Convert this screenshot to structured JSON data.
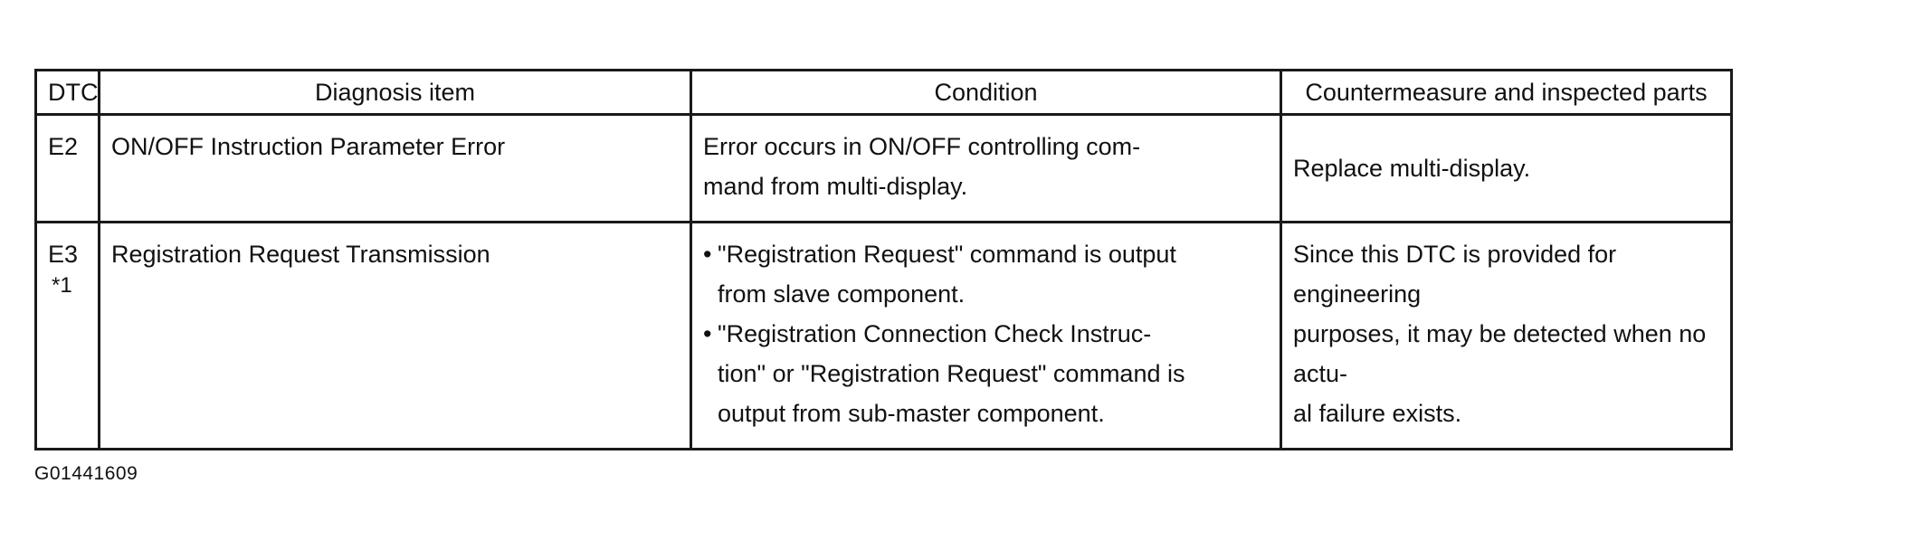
{
  "table": {
    "headers": {
      "dtc": "DTC",
      "diagnosis_item": "Diagnosis item",
      "condition": "Condition",
      "countermeasure": "Countermeasure and inspected parts"
    },
    "rows": [
      {
        "dtc": "E2",
        "note": "",
        "diagnosis_item": "ON/OFF Instruction Parameter Error",
        "condition_lines": [
          "Error occurs in ON/OFF controlling com-",
          "mand from multi-display."
        ],
        "countermeasure": "Replace multi-display."
      },
      {
        "dtc": "E3",
        "note": "*1",
        "diagnosis_item": "Registration Request Transmission",
        "condition_bullets": [
          {
            "bullet": "•",
            "lines": [
              "\"Registration Request\" command is output",
              "from slave component."
            ]
          },
          {
            "bullet": "•",
            "lines": [
              "\"Registration Connection Check Instruc-",
              "tion\" or \"Registration Request\" command is",
              "output from sub-master component."
            ]
          }
        ],
        "countermeasure_lines": [
          "Since this DTC is provided for engineering",
          "purposes, it may be detected when no actu-",
          "al failure exists."
        ]
      }
    ]
  },
  "figure_code": "G01441609"
}
